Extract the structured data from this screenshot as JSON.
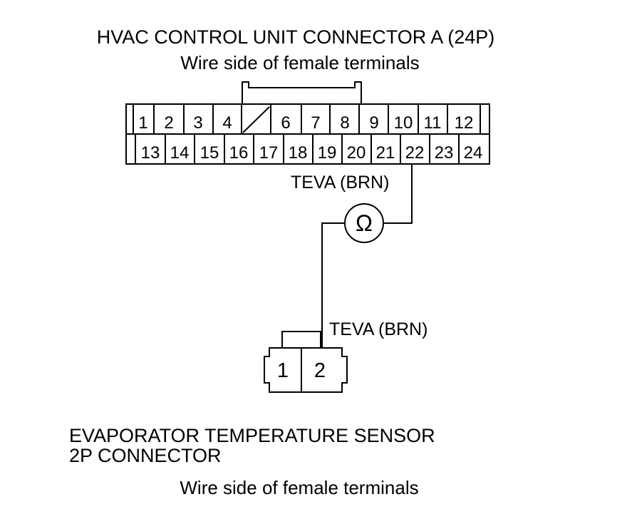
{
  "hvac_connector": {
    "title": "HVAC CONTROL UNIT CONNECTOR A (24P)",
    "subtitle": "Wire side of female terminals",
    "row_top": [
      "1",
      "2",
      "3",
      "4",
      "",
      "6",
      "7",
      "8",
      "9",
      "10",
      "11",
      "12"
    ],
    "row_bottom": [
      "13",
      "14",
      "15",
      "16",
      "17",
      "18",
      "19",
      "20",
      "21",
      "22",
      "23",
      "24"
    ],
    "wire_label": "TEVA (BRN)"
  },
  "meter": {
    "symbol": "Ω"
  },
  "sensor_connector": {
    "wire_label": "TEVA (BRN)",
    "pins": [
      "1",
      "2"
    ],
    "title_line1": "EVAPORATOR TEMPERATURE SENSOR",
    "title_line2": "2P CONNECTOR",
    "subtitle": "Wire side of female terminals"
  }
}
